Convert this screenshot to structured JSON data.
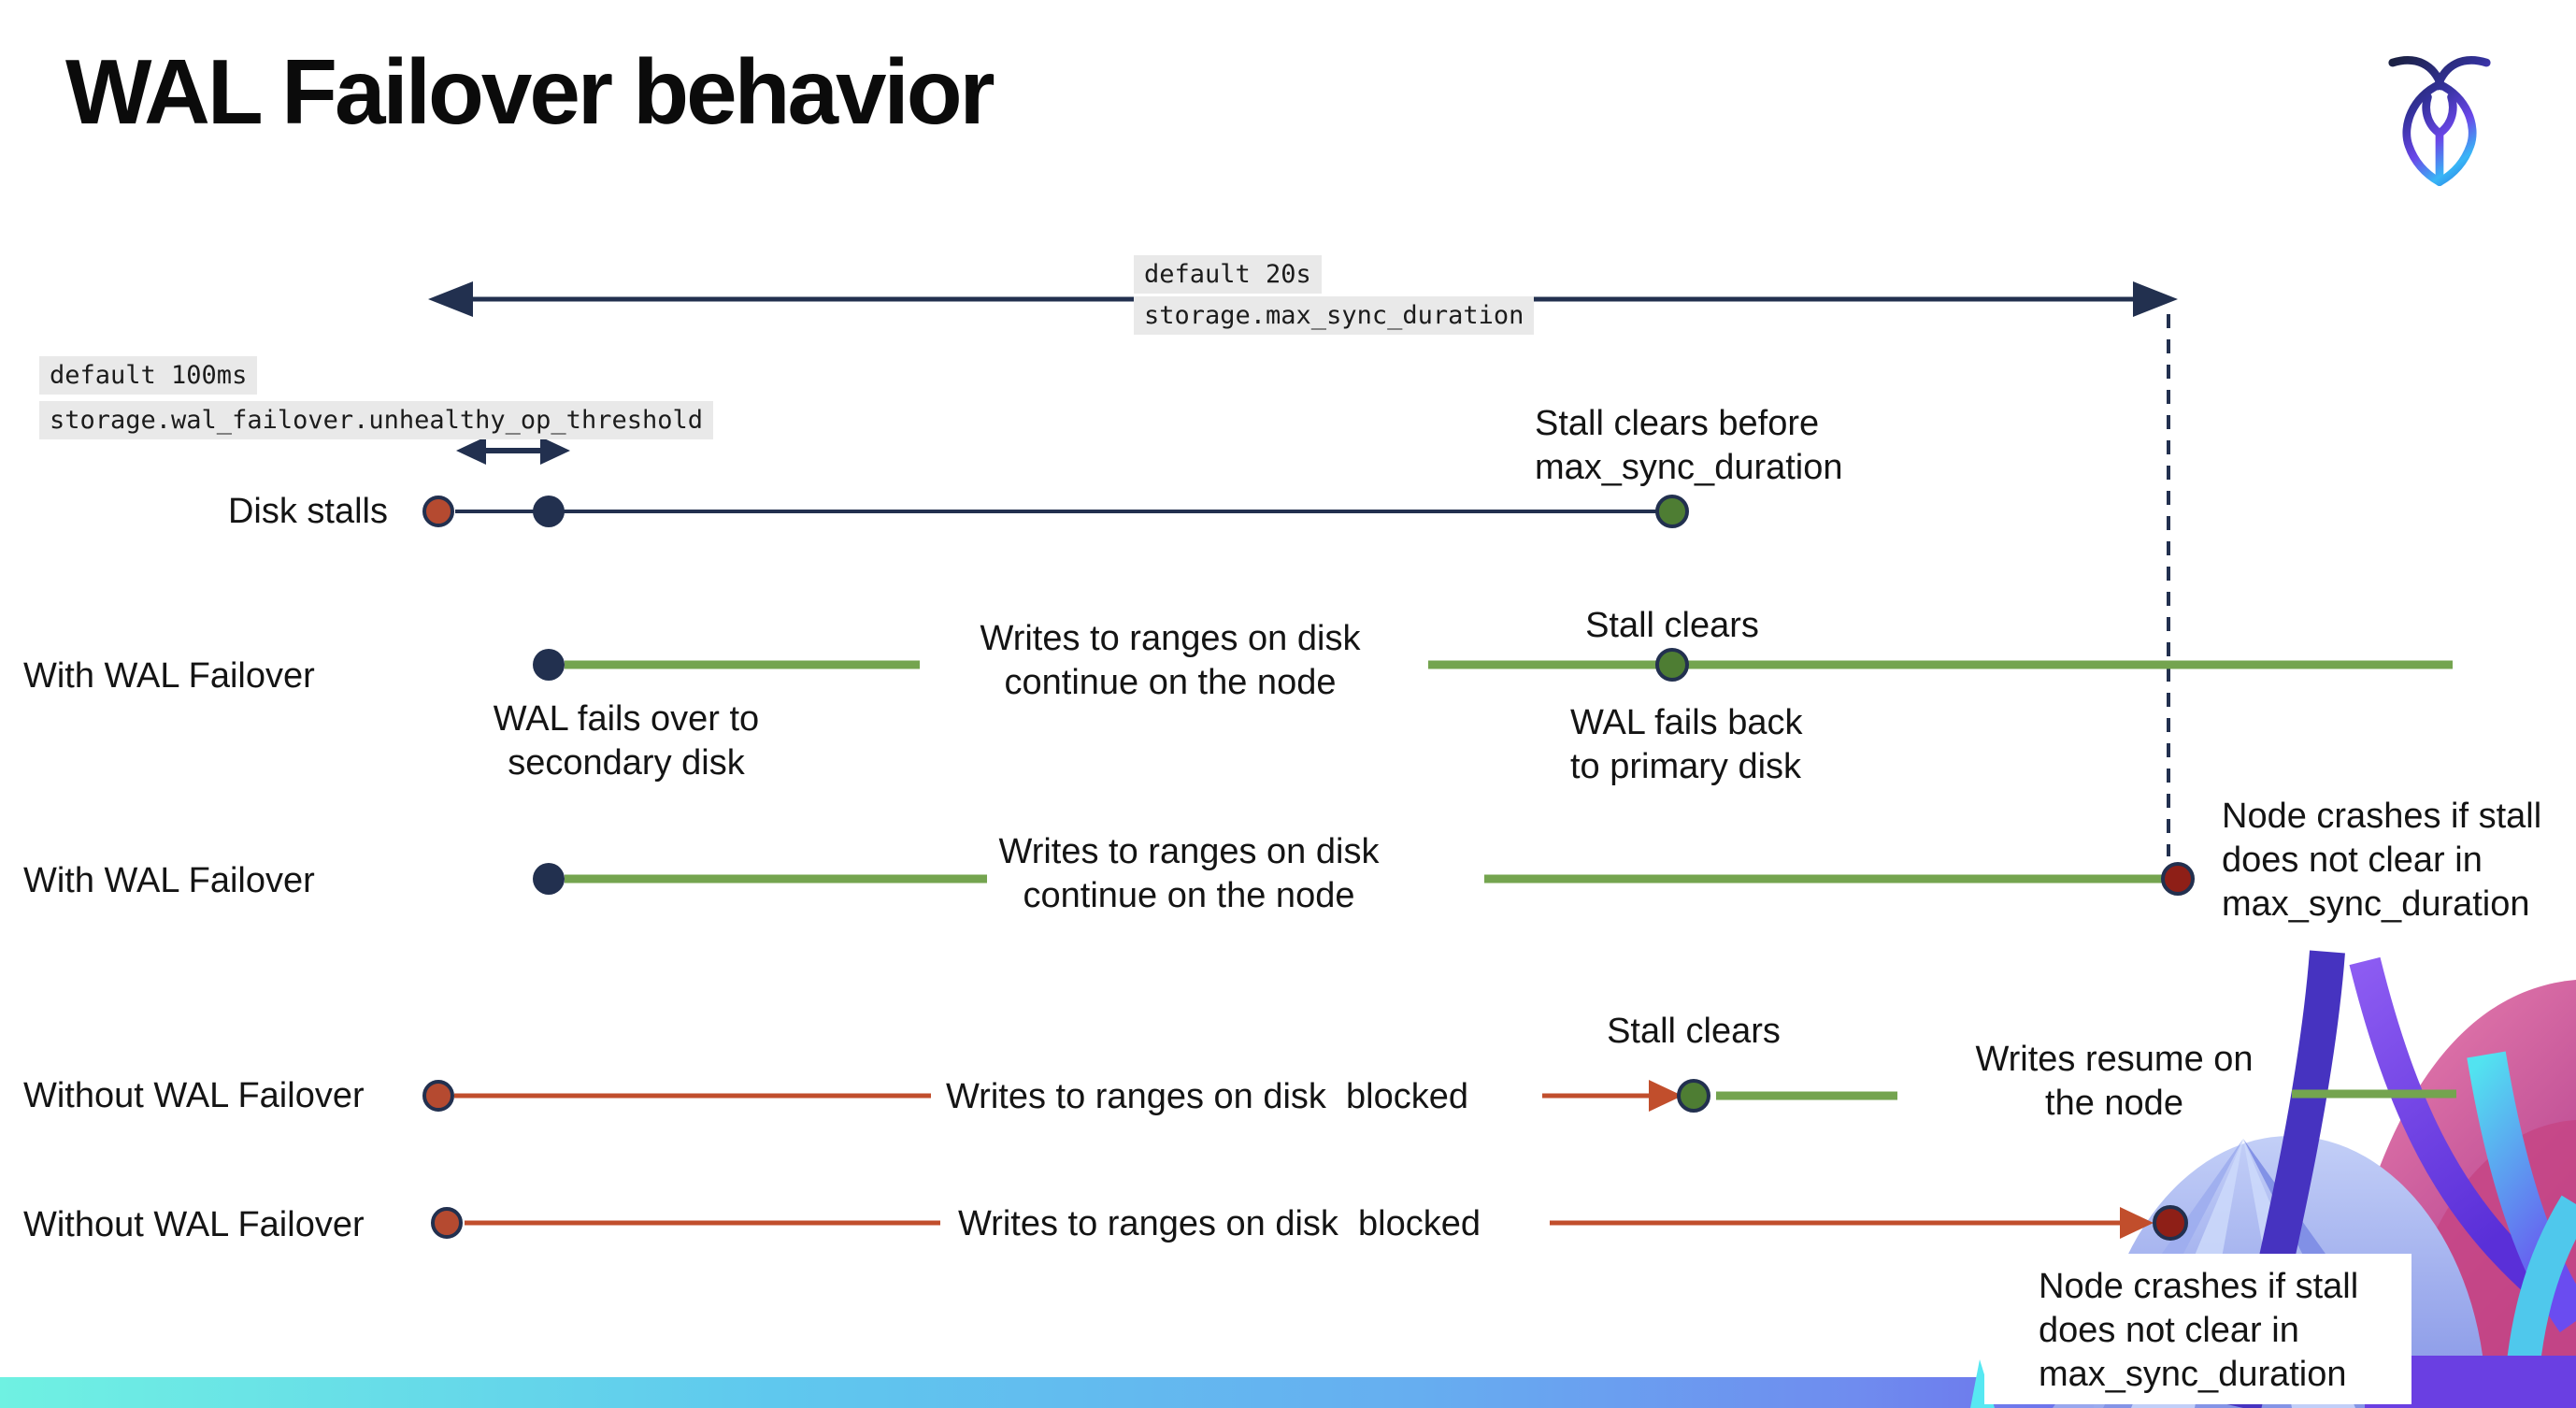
{
  "title": "WAL Failover behavior",
  "icons": {
    "logo": "cockroachdb-cockroach-logo"
  },
  "settings": {
    "max_sync_duration": {
      "default_label": "default 20s",
      "setting_name": "storage.max_sync_duration"
    },
    "unhealthy_op_threshold": {
      "default_label": "default 100ms",
      "setting_name": "storage.wal_failover.unhealthy_op_threshold"
    }
  },
  "rows": {
    "disk_stalls": {
      "label": "Disk stalls",
      "stall_clears_before": "Stall clears before\nmax_sync_duration"
    },
    "with_wal_failover_recovers": {
      "label": "With WAL Failover",
      "fails_over": "WAL fails over to\nsecondary disk",
      "writes_continue": "Writes to ranges on disk\ncontinue on the node",
      "stall_clears": "Stall clears",
      "fails_back": "WAL fails  back\nto primary disk"
    },
    "with_wal_failover_crashes": {
      "label": "With WAL Failover",
      "writes_continue": "Writes to ranges on disk\ncontinue on the node",
      "node_crashes": "Node crashes if stall\ndoes not clear in\nmax_sync_duration"
    },
    "without_wal_failover_recovers": {
      "label": "Without WAL Failover",
      "writes_blocked": "Writes to ranges on disk  blocked",
      "stall_clears": "Stall clears",
      "writes_resume": "Writes resume on\nthe node"
    },
    "without_wal_failover_crashes": {
      "label": "Without WAL Failover",
      "writes_blocked": "Writes to ranges on disk  blocked",
      "node_crashes": "Node crashes if stall\ndoes not clear in\nmax_sync_duration"
    }
  },
  "colors": {
    "navy": "#22304f",
    "green_line": "#74a44f",
    "green_dot": "#4e7d33",
    "red_line": "#c14e2c",
    "red_dot": "#b54a30",
    "dark_red_dot": "#8e1f17",
    "chip_bg": "#e9e9e9",
    "bar_gradient_start": "#6ff1e2",
    "bar_gradient_end": "#5c3fe3"
  }
}
